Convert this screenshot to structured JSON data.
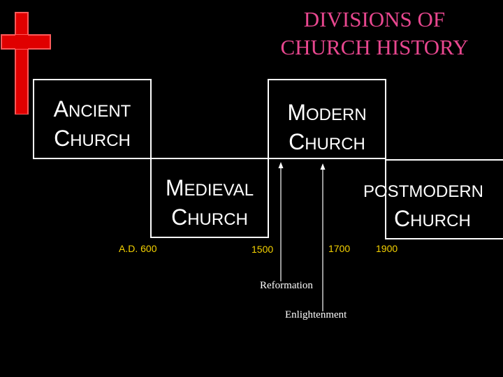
{
  "title": {
    "line1": "DIVISIONS OF",
    "line2": "CHURCH HISTORY"
  },
  "periods": [
    {
      "first_cap": "A",
      "first_rest": "NCIENT",
      "second_cap": "C",
      "second_rest": "HURCH"
    },
    {
      "first_cap": "M",
      "first_rest": "EDIEVAL",
      "second_cap": "C",
      "second_rest": "HURCH"
    },
    {
      "first_cap": "M",
      "first_rest": "ODERN",
      "second_cap": "C",
      "second_rest": "HURCH"
    },
    {
      "first_cap": "P",
      "first_rest": "OSTMODERN",
      "second_cap": "C",
      "second_rest": "HURCH"
    }
  ],
  "dates": [
    "A.D. 600",
    "1500",
    "1700",
    "1900"
  ],
  "events": [
    "Reformation",
    "Enlightenment"
  ],
  "colors": {
    "title": "#e8478f",
    "dates": "#f5d200",
    "cross": "#e00000",
    "boxes": "#ffffff"
  },
  "icons": {
    "cross": "cross-icon"
  }
}
